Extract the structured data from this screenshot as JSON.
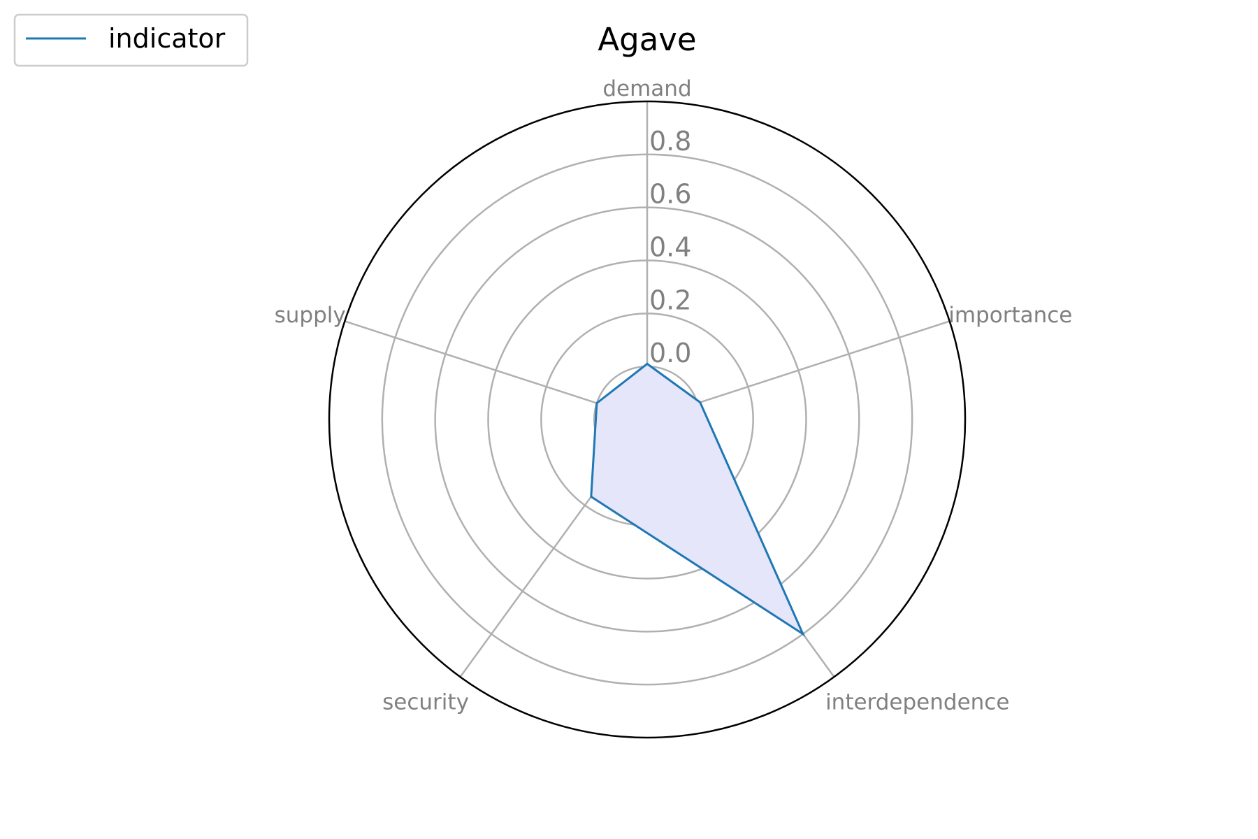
{
  "chart_data": {
    "type": "radar",
    "title": "Agave",
    "categories": [
      "demand",
      "importance",
      "interdependence",
      "security",
      "supply"
    ],
    "series": [
      {
        "name": "indicator",
        "values": [
          0.01,
          0.01,
          0.8,
          0.16,
          0.0
        ],
        "line_color": "#1f77b4",
        "fill_color": "#e6e6fa"
      }
    ],
    "rlim": [
      -0.2,
      1.0
    ],
    "rticks": [
      0.0,
      0.2,
      0.4,
      0.6,
      0.8
    ],
    "rtick_labels": [
      "0.0",
      "0.2",
      "0.4",
      "0.6",
      "0.8"
    ],
    "grid": true,
    "grid_color": "#b0b0b0",
    "label_color": "#808080",
    "legend_position": "top-left"
  }
}
